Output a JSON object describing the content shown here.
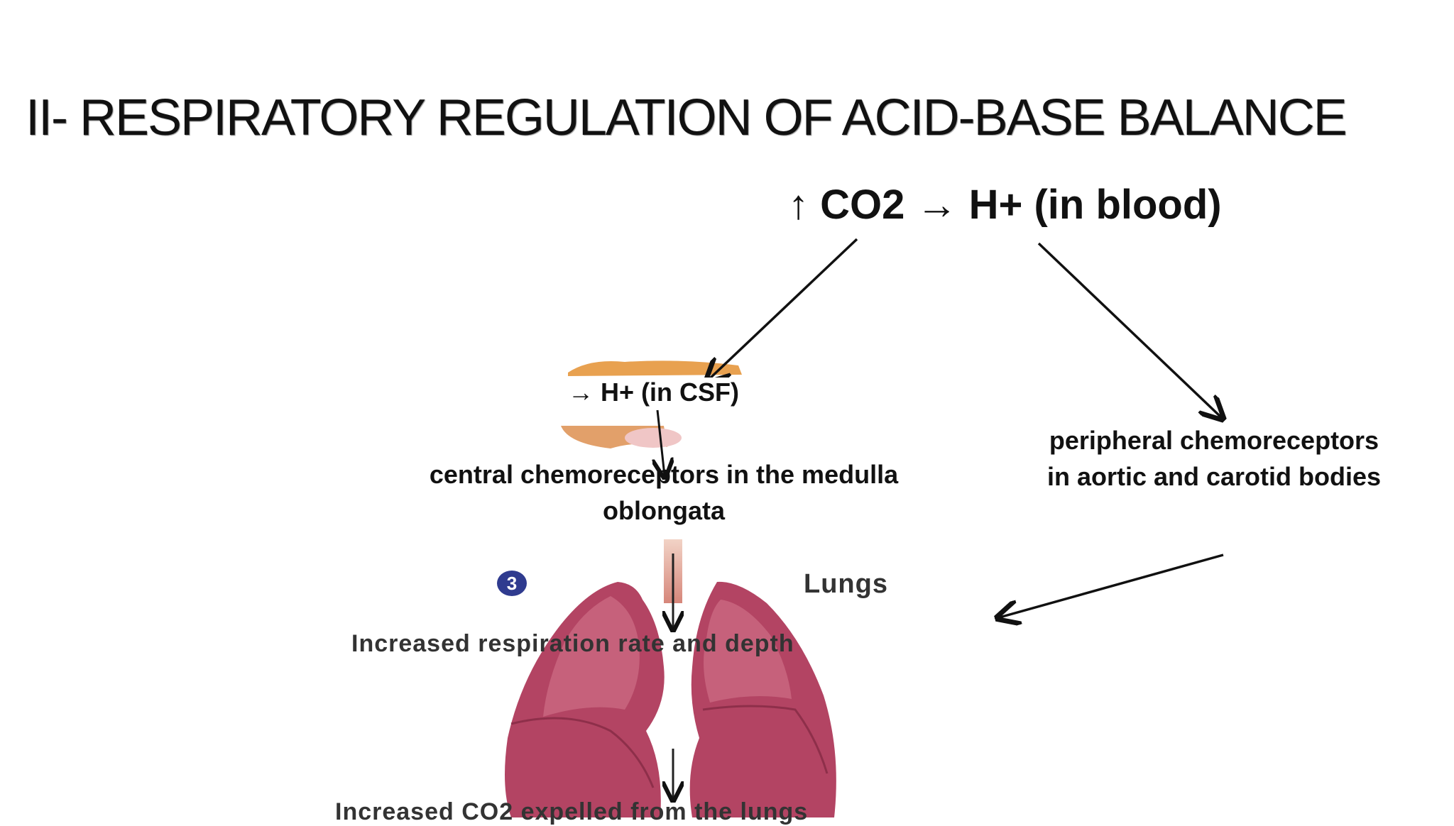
{
  "slide": {
    "title": "II- RESPIRATORY REGULATION OF ACID-BASE BALANCE",
    "co2_statement": "↑ CO2 → H+ (in blood)",
    "csf_statement": "→ H+ (in CSF)",
    "central_label": "central chemoreceptors in the medulla oblongata",
    "peripheral_label": "peripheral chemoreceptors in aortic and carotid bodies"
  },
  "figure": {
    "step_number": "3",
    "organ_label": "Lungs",
    "respiration_label": "Increased respiration rate and depth",
    "expelled_label": "Increased CO2 expelled from the lungs",
    "colors": {
      "lung": "#b34463",
      "lung_light": "#cf6d86",
      "brain": "#e8a150",
      "badge": "#2f3b8f"
    }
  }
}
